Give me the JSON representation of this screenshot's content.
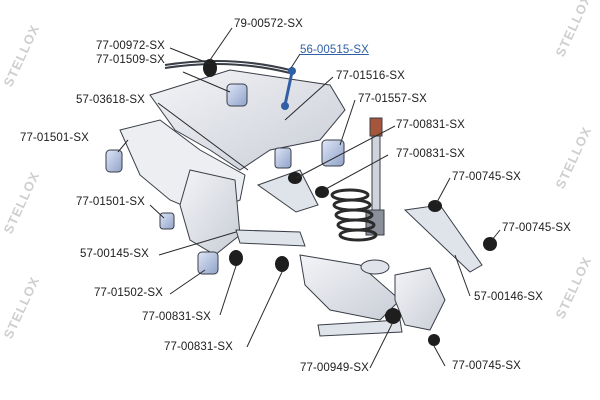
{
  "watermark": {
    "brand": "STELLOX"
  },
  "diagram": {
    "labels": [
      {
        "id": "l1",
        "text": "79-00572-SX"
      },
      {
        "id": "l2",
        "text": "77-00972-SX"
      },
      {
        "id": "l3",
        "text": "77-01509-SX"
      },
      {
        "id": "l4",
        "text": "56-00515-SX",
        "highlight": true
      },
      {
        "id": "l5",
        "text": "77-01516-SX"
      },
      {
        "id": "l6",
        "text": "57-03618-SX"
      },
      {
        "id": "l7",
        "text": "77-01557-SX"
      },
      {
        "id": "l8",
        "text": "77-01501-SX"
      },
      {
        "id": "l9",
        "text": "77-00831-SX"
      },
      {
        "id": "l10",
        "text": "77-00831-SX"
      },
      {
        "id": "l11",
        "text": "77-00745-SX"
      },
      {
        "id": "l12",
        "text": "77-01501-SX"
      },
      {
        "id": "l13",
        "text": "77-00745-SX"
      },
      {
        "id": "l14",
        "text": "57-00145-SX"
      },
      {
        "id": "l15",
        "text": "77-01502-SX"
      },
      {
        "id": "l16",
        "text": "57-00146-SX"
      },
      {
        "id": "l17",
        "text": "77-00831-SX"
      },
      {
        "id": "l18",
        "text": "77-00831-SX"
      },
      {
        "id": "l19",
        "text": "77-00949-SX"
      },
      {
        "id": "l20",
        "text": "77-00745-SX"
      }
    ]
  },
  "colors": {
    "part_fill": "#e6e9ef",
    "part_stroke": "#3a3e47",
    "bushing_dark": "#1e1e1e",
    "bushing_light": "#b9c7e6",
    "link_highlight": "#2f5fa5",
    "text": "#1c1c1c"
  }
}
